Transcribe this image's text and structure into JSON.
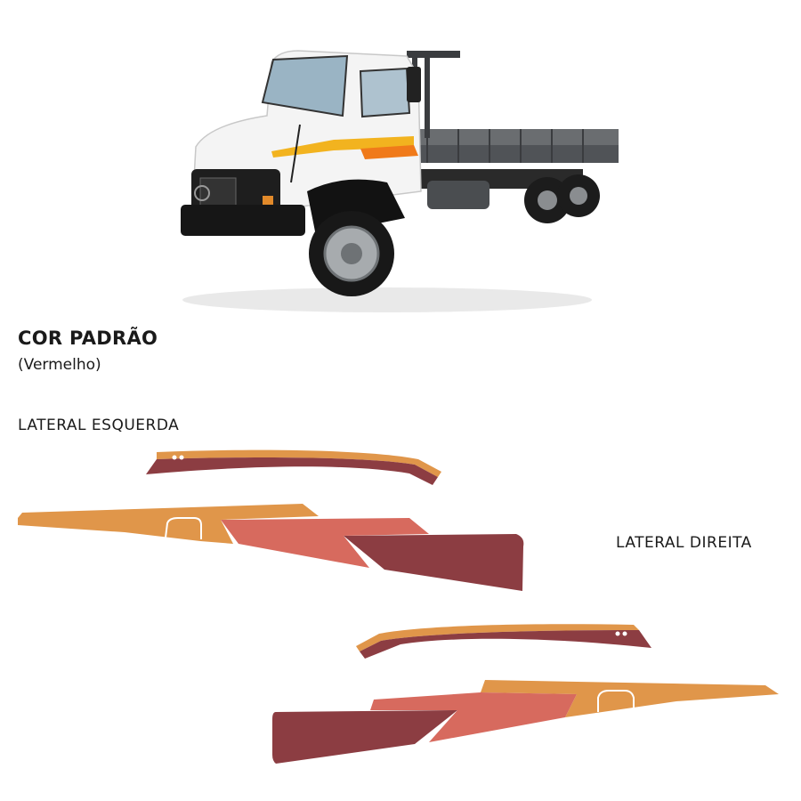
{
  "product": {
    "color_title": "COR PADRÃO",
    "color_name": "(Vermelho)"
  },
  "sides": {
    "left_label": "LATERAL ESQUERDA",
    "right_label": "LATERAL DIREITA"
  },
  "colors": {
    "orange": "#E0964A",
    "salmon": "#D76A5E",
    "maroon": "#8C3D42",
    "cab_white": "#F4F4F4"
  }
}
